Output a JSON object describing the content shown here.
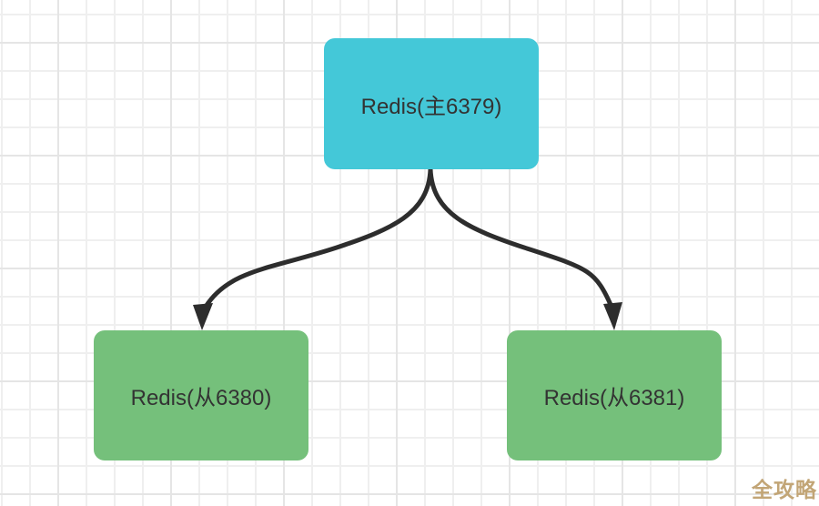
{
  "canvas": {
    "background": "#ffffff",
    "grid_minor_color": "#efefef",
    "grid_major_color": "#e5e5e5"
  },
  "nodes": {
    "master": {
      "label": "Redis(主6379)",
      "fill": "#44c8d8"
    },
    "slave1": {
      "label": "Redis(从6380)",
      "fill": "#75c07b"
    },
    "slave2": {
      "label": "Redis(从6381)",
      "fill": "#75c07b"
    }
  },
  "edges": [
    {
      "from": "master",
      "to": "slave1"
    },
    {
      "from": "master",
      "to": "slave2"
    }
  ],
  "edge_color": "#2d2d2d",
  "text_color": "#333333",
  "watermark": {
    "text": "全攻略",
    "color": "#c2a576"
  }
}
